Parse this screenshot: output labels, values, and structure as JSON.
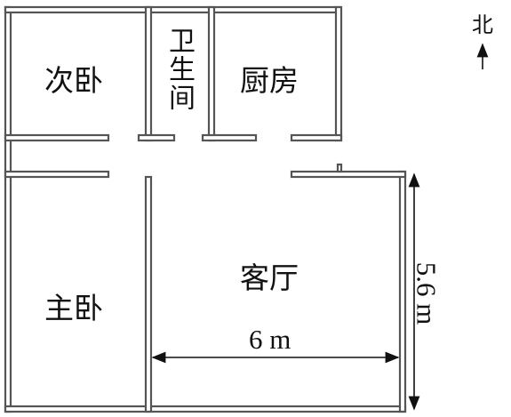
{
  "rooms": {
    "second_bedroom": "次卧",
    "bathroom": "卫生间",
    "kitchen": "厨房",
    "living_room": "客厅",
    "master_bedroom": "主卧"
  },
  "dimensions": {
    "width": "6 m",
    "height": "5.6 m"
  },
  "compass": {
    "label": "北"
  },
  "colors": {
    "wall": "#555555",
    "wall_fill": "#ffffff",
    "line": "#111111"
  }
}
